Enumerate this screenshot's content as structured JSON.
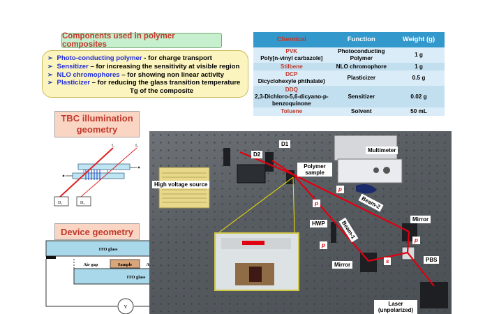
{
  "components": {
    "title": "Components used in polymer composites",
    "items": [
      {
        "bullet": "➢",
        "term": "Photo-conducting polymer",
        "desc": " - for charge transport"
      },
      {
        "bullet": "➢",
        "term": "Sensitizer",
        "desc": " – for increasing the sensitivity at visible region"
      },
      {
        "bullet": "➢",
        "term": "NLO chromophores",
        "desc": " – for showing non linear activity"
      },
      {
        "bullet": "➢",
        "term": "Plasticizer",
        "desc": " – for reducing the glass transition temperature"
      }
    ],
    "continuation": "Tg of the composite"
  },
  "table": {
    "headers": [
      "Chemical",
      "Function",
      "Weight (g)"
    ],
    "rows": [
      {
        "name": "PVK",
        "sub": "Poly[n-vinyl carbazole]",
        "function": "Photoconducting Polymer",
        "weight": "1 g"
      },
      {
        "name": "Stilbene",
        "sub": "",
        "function": "NLO chromophore",
        "weight": "1 g"
      },
      {
        "name": "DCP",
        "sub": "Dicyclohexyle phthalate)",
        "function": "Plasticizer",
        "weight": "0.5 g"
      },
      {
        "name": "DDQ",
        "sub": "2,3-Dichloro-5,6-dicyano-p-benzoquinone",
        "function": "Sensitizer",
        "weight": "0.02 g"
      },
      {
        "name": "Toluene",
        "sub": "",
        "function": "Solvent",
        "weight": "50 mL"
      }
    ]
  },
  "tbc": {
    "label": "TBC illumination geometry",
    "beam1": "I₁",
    "beam2": "I₂",
    "det1": "D₁",
    "det2": "D₂"
  },
  "device": {
    "label": "Device geometry",
    "ito_top": "ITO glass",
    "ito_bottom": "ITO glass",
    "air_gap_left": "Air gap",
    "sample": "Sample",
    "air_gap_right": "Air gap",
    "voltmeter": "V"
  },
  "photo": {
    "labels": {
      "d1": "D1",
      "d2": "D2",
      "multimeter": "Multimeter",
      "polymer_sample": "Polymer sample",
      "hv_source": "High voltage source",
      "beam2": "Beam-2",
      "beam1": "Beam-1",
      "mirror_right": "Mirror",
      "hwp": "HWP",
      "mirror_bottom": "Mirror",
      "pbs": "PBS",
      "laser": "Laser (unpolarized)",
      "p1": "p",
      "p2": "p",
      "p3": "p",
      "p4": "p",
      "s": "s"
    }
  }
}
